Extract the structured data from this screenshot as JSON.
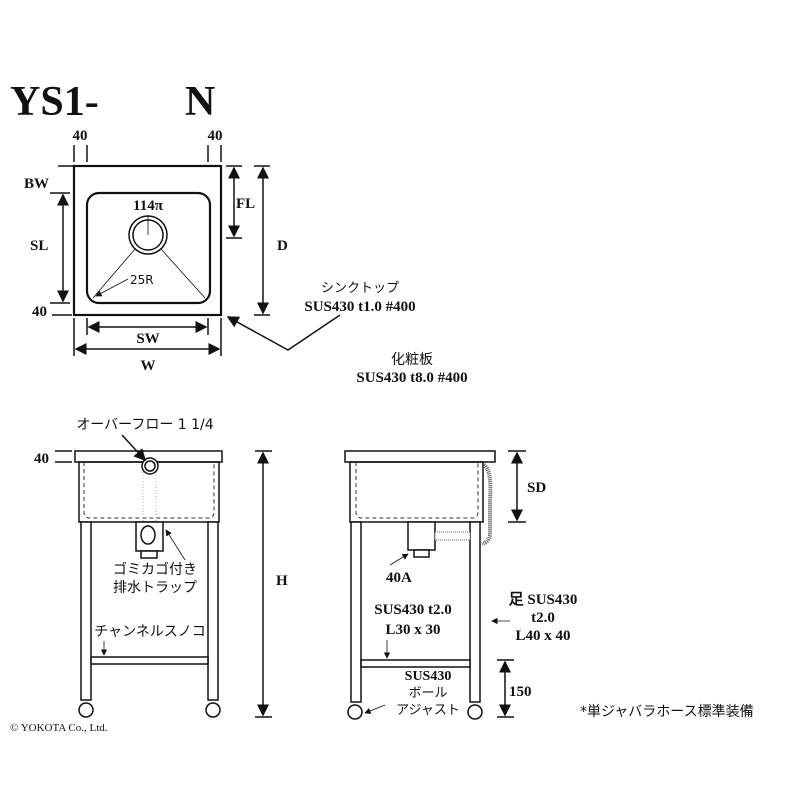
{
  "title": {
    "model": "YS1-",
    "suffix": "N"
  },
  "top_view": {
    "margin_left": "40",
    "margin_right": "40",
    "bw": "BW",
    "sl": "SL",
    "margin_bottom": "40",
    "fl": "FL",
    "d": "D",
    "sw": "SW",
    "w": "W",
    "drain": "114π",
    "corner_radius": "25R",
    "sink_top_label": "シンクトップ",
    "sink_top_spec": "SUS430 t1.0 #400",
    "panel_label": "化粧板",
    "panel_spec": "SUS430 t8.0 #400"
  },
  "front_view": {
    "overflow": "オーバーフロー 1 1/4",
    "top_thickness": "40",
    "h": "H",
    "trap_line1": "ゴミカゴ付き",
    "trap_line2": "排水トラップ",
    "shelf": "チャンネルスノコ"
  },
  "side_view": {
    "sd": "SD",
    "outlet": "40A",
    "shelf_spec1": "SUS430 t2.0",
    "shelf_spec2": "L30 x 30",
    "leg_spec1": "足 SUS430",
    "leg_spec2": "t2.0",
    "leg_spec3": "L40 x 40",
    "adjuster1": "SUS430",
    "adjuster2": "ボール",
    "adjuster3": "アジャスト",
    "height_150": "150"
  },
  "note": "*単ジャバラホース標準装備",
  "copyright": "© YOKOTA Co., Ltd."
}
